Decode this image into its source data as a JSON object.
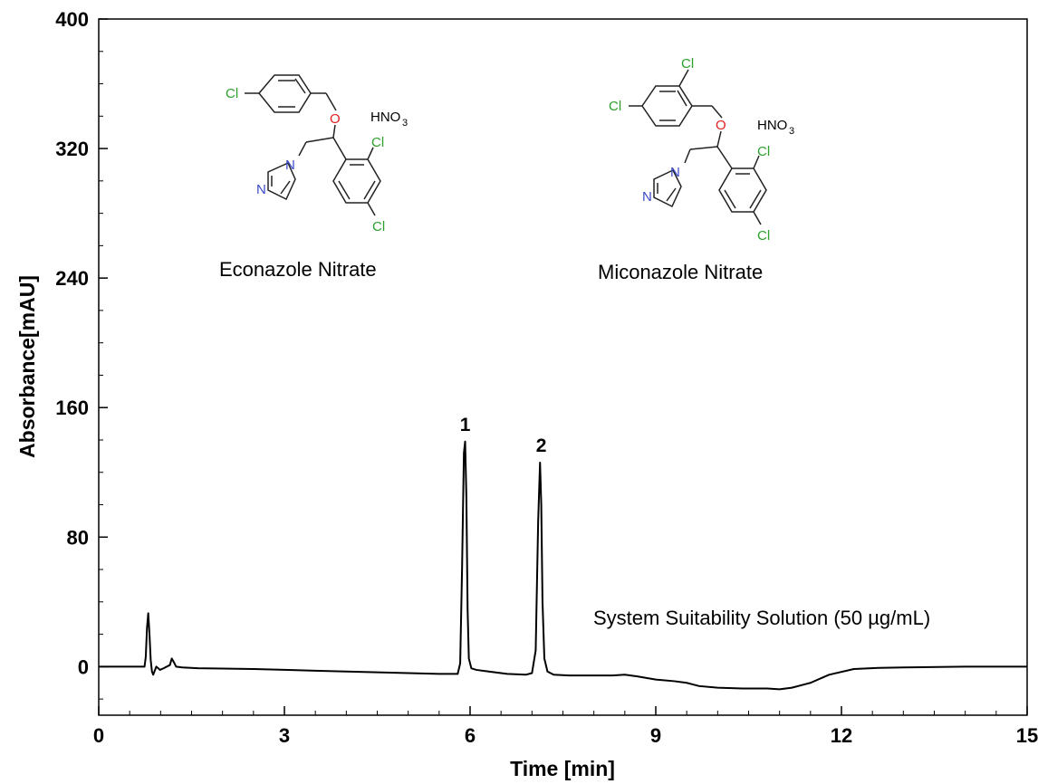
{
  "chart_data": {
    "type": "line",
    "title": "",
    "xlabel": "Time [min]",
    "ylabel": "Absorbance[mAU]",
    "xlim": [
      0,
      15
    ],
    "ylim": [
      -30,
      400
    ],
    "xticks": [
      0,
      3,
      6,
      9,
      12,
      15
    ],
    "xtick_labels": [
      "0",
      "3",
      "6",
      "9",
      "12",
      "15"
    ],
    "yticks": [
      0,
      80,
      160,
      240,
      320,
      400
    ],
    "ytick_labels": [
      "0",
      "80",
      "160",
      "240",
      "320",
      "400"
    ],
    "grid": false,
    "series": [
      {
        "x": [
          0,
          0.5,
          0.74,
          0.76,
          0.78,
          0.8,
          0.82,
          0.84,
          0.86,
          0.88,
          0.9,
          0.93,
          0.96,
          0.99,
          1.05,
          1.15,
          1.18,
          1.21,
          1.25,
          1.35,
          1.6,
          2.0,
          2.5,
          3.0,
          3.5,
          4.0,
          4.5,
          5.0,
          5.5,
          5.8,
          5.84,
          5.87,
          5.9,
          5.92,
          5.94,
          5.96,
          5.98,
          6.02,
          6.1,
          6.3,
          6.6,
          6.9,
          7.0,
          7.06,
          7.1,
          7.13,
          7.15,
          7.17,
          7.2,
          7.25,
          7.35,
          7.6,
          8.0,
          8.3,
          8.5,
          8.7,
          9.0,
          9.3,
          9.5,
          9.7,
          10.0,
          10.4,
          10.8,
          11.0,
          11.2,
          11.5,
          11.8,
          12.2,
          12.6,
          13.0,
          14.0,
          15.0
        ],
        "y": [
          0,
          0,
          0,
          6,
          24,
          33,
          20,
          4,
          -3,
          -5,
          -3,
          0,
          -1,
          -2,
          -1,
          1,
          5,
          3,
          0,
          -0.5,
          -1,
          -1.2,
          -1.5,
          -2,
          -2.5,
          -3,
          -3.5,
          -4,
          -4.5,
          -4.5,
          2,
          60,
          132,
          139,
          105,
          35,
          5,
          -1,
          -2,
          -3,
          -4.5,
          -5,
          -4,
          10,
          90,
          126,
          100,
          40,
          5,
          -3,
          -5,
          -5.5,
          -5.5,
          -5.5,
          -5,
          -6,
          -8,
          -9,
          -10,
          -12,
          -13,
          -13.5,
          -13.5,
          -14,
          -13,
          -10,
          -5,
          -1.5,
          -0.8,
          -0.5,
          0,
          0
        ]
      }
    ],
    "peak_labels": [
      {
        "label": "1",
        "x": 5.92,
        "y": 139
      },
      {
        "label": "2",
        "x": 7.15,
        "y": 126
      }
    ],
    "annotations": {
      "sample": "System Suitability Solution (50 µg/mL)",
      "compound_1": "Econazole Nitrate",
      "compound_2": "Miconazole Nitrate"
    }
  },
  "structure_labels": {
    "cl": "Cl",
    "o": "O",
    "n": "N",
    "hno": "HNO",
    "sub3": "3"
  },
  "colors": {
    "chlorine": "#2ca02c",
    "oxygen": "#e02020",
    "nitrogen": "#3a4bc8",
    "line": "#000000"
  }
}
